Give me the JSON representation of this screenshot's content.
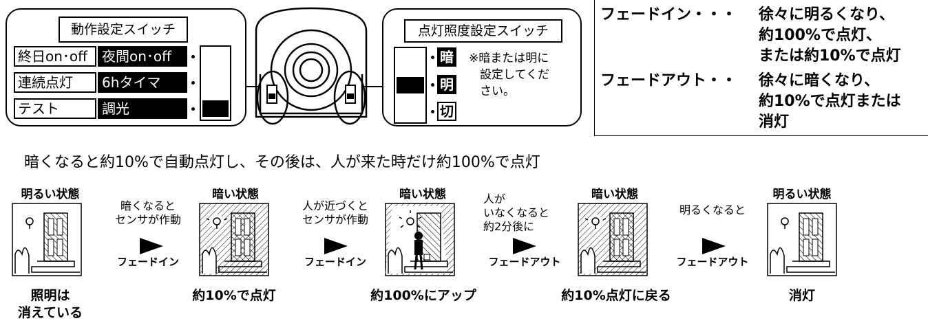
{
  "left_panel": {
    "title": "動作設定スイッチ",
    "rows": [
      {
        "left": "終日on･off",
        "right": "夜間on･off"
      },
      {
        "left": "連続点灯",
        "right": "6hタイマ"
      },
      {
        "left": "テスト",
        "right": "調光"
      }
    ]
  },
  "right_panel": {
    "title": "点灯照度設定スイッチ",
    "labels": [
      "暗",
      "明",
      "切"
    ],
    "note": [
      "※暗または明に",
      "設定してくだ",
      "さい。"
    ]
  },
  "fade_box": {
    "fade_in_label": "フェードイン・・・",
    "fade_in_lines": [
      "徐々に明るくなり、",
      "約100%で点灯、",
      "または約10%で点灯"
    ],
    "fade_out_label": "フェードアウト・・",
    "fade_out_lines": [
      "徐々に暗くなり、",
      "約10%で点灯または",
      "消灯"
    ]
  },
  "sentence": "暗くなると約10%で自動点灯し、その後は、人が来た時だけ約100%で点灯",
  "states": [
    {
      "title": "明るい状態",
      "caption": [
        "照明は",
        "消えている"
      ]
    },
    {
      "title": "暗い状態",
      "caption": [
        "約10%で点灯"
      ]
    },
    {
      "title": "暗い状態",
      "caption": [
        "約100%にアップ"
      ]
    },
    {
      "title": "暗い状態",
      "caption": [
        "約10%点灯に戻る"
      ]
    },
    {
      "title": "明るい状態",
      "caption": [
        "消灯"
      ]
    }
  ],
  "transitions": [
    {
      "text": [
        "暗くなると",
        "センサが作動"
      ],
      "label": "フェードイン"
    },
    {
      "text": [
        "人が近づくと",
        "センサが作動"
      ],
      "label": "フェードイン"
    },
    {
      "text": [
        "人が",
        "いなくなると",
        "約2分後に"
      ],
      "label": "フェードアウト"
    },
    {
      "text": [
        "明るくなると"
      ],
      "label": "フェードアウト"
    }
  ]
}
